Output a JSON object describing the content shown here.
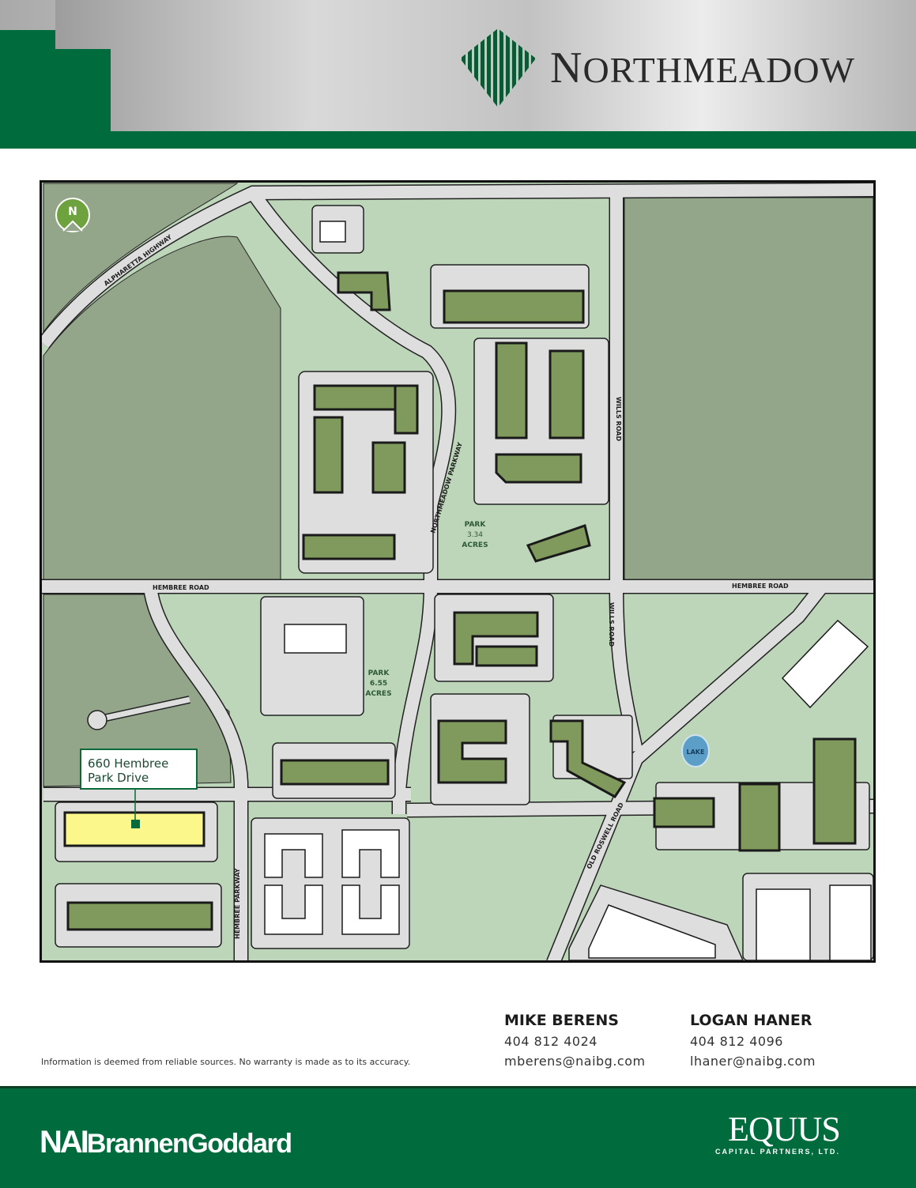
{
  "header": {
    "brand": "NORTHMEADOW",
    "brand_initial": "N",
    "brand_rest": "ORTHMEADOW"
  },
  "map": {
    "north_label": "N",
    "roads": {
      "alpharetta": "ALPHARETTA HIGHWAY",
      "northmeadow": "NORTHMEADOW PARKWAY",
      "wills_top": "WILLS ROAD",
      "wills_bottom": "WILLS ROAD",
      "hembree_left": "HEMBREE ROAD",
      "hembree_right": "HEMBREE ROAD",
      "hembree_parkway": "HEMBREE PARKWAY",
      "old_roswell": "OLD ROSWELL ROAD"
    },
    "park1": {
      "name": "PARK",
      "size": "3.34",
      "unit": "ACRES"
    },
    "park2": {
      "name": "PARK",
      "size": "6.55",
      "unit": "ACRES"
    },
    "lake": "LAKE",
    "callout": {
      "line1": "660 Hembree",
      "line2": "Park Drive"
    }
  },
  "contacts": [
    {
      "name": "MIKE BERENS",
      "phone": "404 812 4024",
      "email": "mberens@naibg.com"
    },
    {
      "name": "LOGAN HANER",
      "phone": "404 812 4096",
      "email": "lhaner@naibg.com"
    }
  ],
  "disclaimer": "Information is deemed from reliable sources. No warranty is made as to its accuracy.",
  "footer": {
    "nai_logo": "NAI BrannenGoddard",
    "nai_prefix": "NAI",
    "nai_name": "BrannenGoddard",
    "equus_name": "EQUUS",
    "equus_sub": "CAPITAL PARTNERS, LTD."
  },
  "colors": {
    "brand_green": "#006b3c",
    "parcel": "#bdd6b9",
    "wooded": "#93a68a",
    "building": "#7f9a5c",
    "road": "#dedede",
    "highlight": "#fbf78a",
    "lake": "#5b9fc9"
  }
}
